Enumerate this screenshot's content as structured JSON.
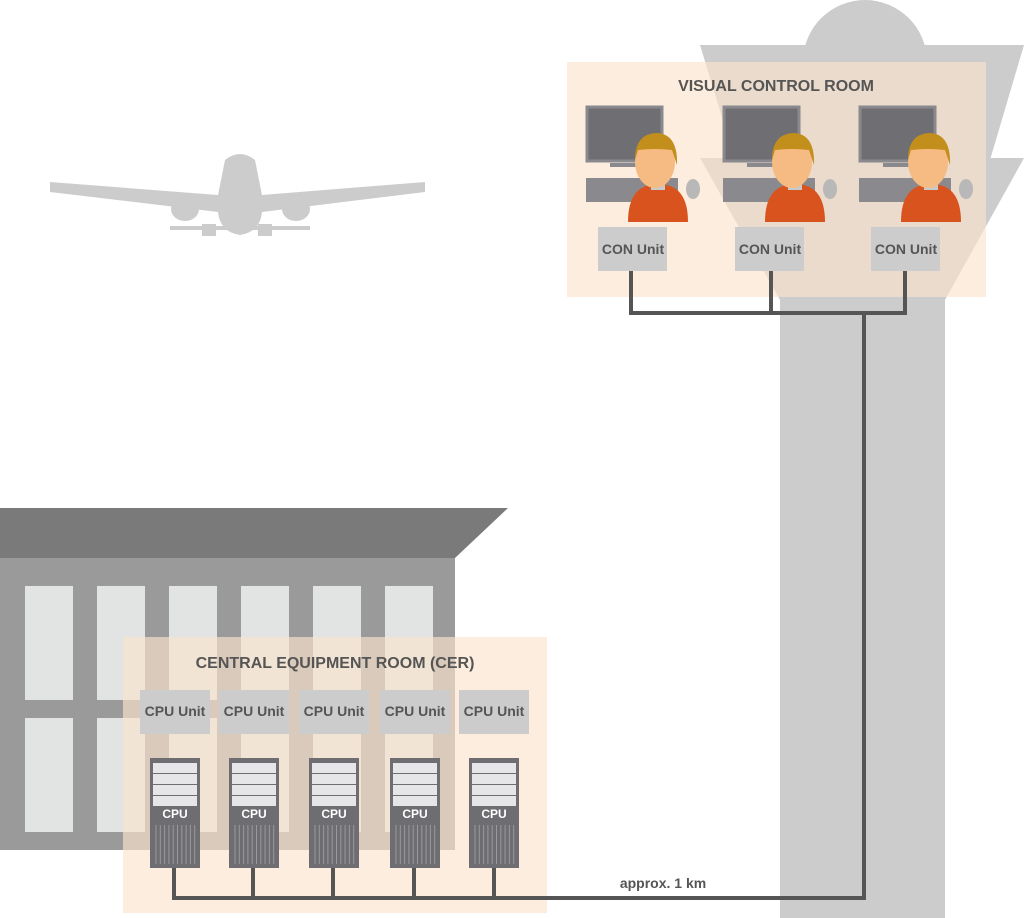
{
  "vcr": {
    "title": "VISUAL CONTROL ROOM",
    "con_units": [
      "CON Unit",
      "CON Unit",
      "CON Unit"
    ]
  },
  "cer": {
    "title": "CENTRAL EQUIPMENT ROOM (CER)",
    "cpu_units": [
      "CPU Unit",
      "CPU Unit",
      "CPU Unit",
      "CPU Unit",
      "CPU Unit"
    ],
    "servers": [
      "CPU",
      "CPU",
      "CPU",
      "CPU",
      "CPU"
    ]
  },
  "distance_label": "approx. 1 km",
  "colors": {
    "structure": "#cccccc",
    "room": "#fbe3cc",
    "cable": "#555555",
    "person": "#d9531e"
  }
}
